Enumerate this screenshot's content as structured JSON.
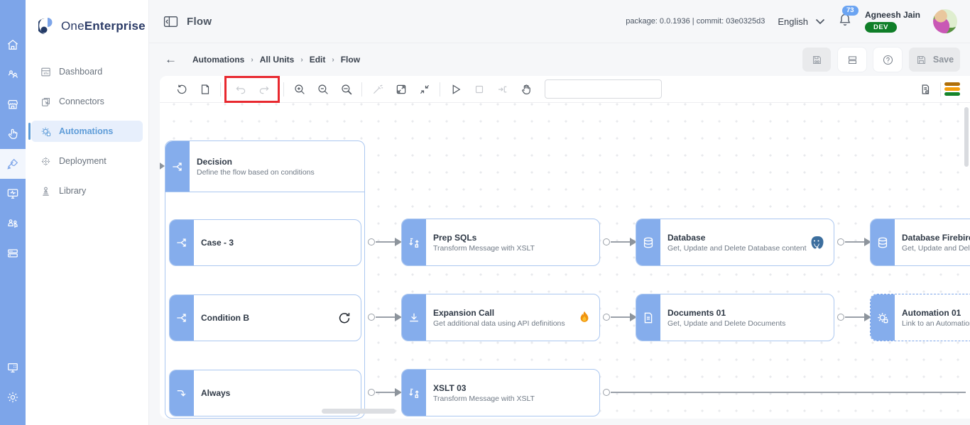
{
  "brand": {
    "name_regular": "One",
    "name_bold": "Enterprise"
  },
  "rail": {
    "items": [
      "home",
      "collaboration",
      "marketplace",
      "touch",
      "design",
      "monitor-activity",
      "user-group",
      "server-stack",
      "devices",
      "settings"
    ]
  },
  "sidebar": {
    "items": [
      {
        "label": "Dashboard",
        "active": false
      },
      {
        "label": "Connectors",
        "active": false
      },
      {
        "label": "Automations",
        "active": true
      },
      {
        "label": "Deployment",
        "active": false
      },
      {
        "label": "Library",
        "active": false
      }
    ]
  },
  "header": {
    "title": "Flow",
    "package_info": "package: 0.0.1936 | commit: 03e0325d3",
    "language": "English",
    "notification_count": "73",
    "user": {
      "name": "Agneesh Jain",
      "env_badge": "DEV"
    }
  },
  "breadcrumb": {
    "items": [
      "Automations",
      "All Units",
      "Edit",
      "Flow"
    ]
  },
  "actions": {
    "save_label": "Save"
  },
  "toolbar": {
    "search_value": ""
  },
  "flow": {
    "decision": {
      "title": "Decision",
      "subtitle": "Define the flow based on conditions"
    },
    "branches": [
      {
        "label": "Case - 3"
      },
      {
        "label": "Condition B"
      },
      {
        "label": "Always"
      }
    ],
    "nodes": [
      {
        "title": "Prep SQLs",
        "subtitle": "Transform Message with XSLT"
      },
      {
        "title": "Expansion Call",
        "subtitle": "Get additional data using API definitions"
      },
      {
        "title": "XSLT 03",
        "subtitle": "Transform Message with XSLT"
      },
      {
        "title": "Database",
        "subtitle": "Get, Update and Delete Database content"
      },
      {
        "title": "Documents 01",
        "subtitle": "Get, Update and Delete Documents"
      },
      {
        "title": "Database Firebird",
        "subtitle": "Get, Update and Delete Database content"
      },
      {
        "title": "Automation 01",
        "subtitle": "Link to an Automation"
      }
    ]
  },
  "colors": {
    "rail_blue": "#7da5e9",
    "node_blue": "#85adec",
    "accent": "#5e9cd8",
    "env_badge_green": "#0f7e28",
    "notification_blue": "#6ba4f2",
    "highlight_red": "#e8282f",
    "bars": [
      "#b06f08",
      "#f59e0b",
      "#15842b"
    ]
  }
}
